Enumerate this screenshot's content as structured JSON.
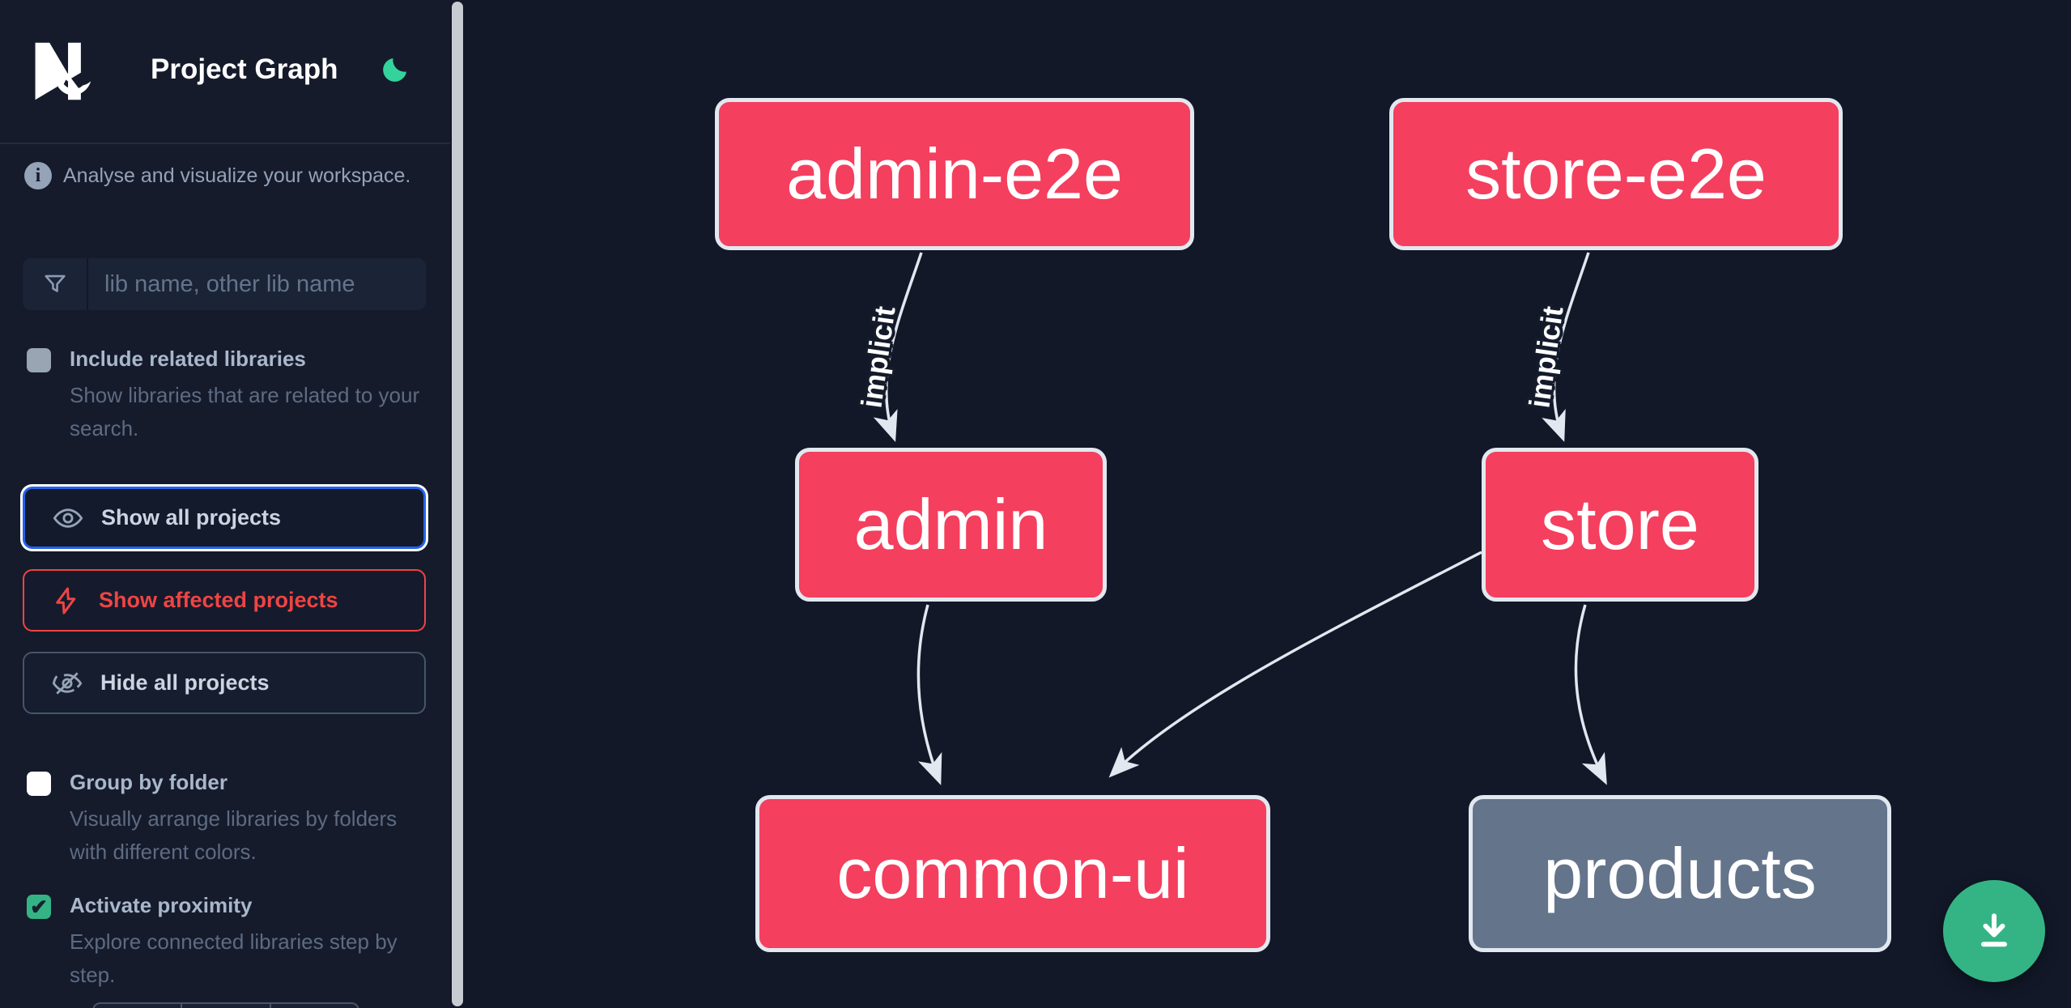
{
  "header": {
    "title": "Project Graph",
    "logo": "Nx",
    "theme_icon": "moon-icon"
  },
  "sidebar": {
    "info": "Analyse and visualize your workspace.",
    "search": {
      "placeholder": "lib name, other lib name",
      "value": "",
      "icon": "filter-icon"
    },
    "checkboxes": [
      {
        "id": "include-related",
        "label": "Include related libraries",
        "description": "Show libraries that are related to your search.",
        "checked": false
      },
      {
        "id": "group-by-folder",
        "label": "Group by folder",
        "description": "Visually arrange libraries by folders with different colors.",
        "checked": false
      },
      {
        "id": "activate-proximity",
        "label": "Activate proximity",
        "description": "Explore connected libraries step by step.",
        "checked": true,
        "check_glyph": "✔"
      }
    ],
    "buttons": [
      {
        "id": "show-all",
        "label": "Show all projects",
        "icon": "eye-icon",
        "state": "focused"
      },
      {
        "id": "show-affected",
        "label": "Show affected projects",
        "icon": "bolt-icon",
        "state": "danger"
      },
      {
        "id": "hide-all",
        "label": "Hide all projects",
        "icon": "eye-off-icon",
        "state": "default"
      }
    ]
  },
  "graph": {
    "nodes": [
      {
        "id": "admin-e2e",
        "label": "admin-e2e",
        "type": "affected"
      },
      {
        "id": "store-e2e",
        "label": "store-e2e",
        "type": "affected"
      },
      {
        "id": "admin",
        "label": "admin",
        "type": "affected"
      },
      {
        "id": "store",
        "label": "store",
        "type": "affected"
      },
      {
        "id": "common-ui",
        "label": "common-ui",
        "type": "affected"
      },
      {
        "id": "products",
        "label": "products",
        "type": "normal"
      }
    ],
    "edges": [
      {
        "from": "admin-e2e",
        "to": "admin",
        "label": "implicit"
      },
      {
        "from": "store-e2e",
        "to": "store",
        "label": "implicit"
      },
      {
        "from": "admin",
        "to": "common-ui",
        "label": ""
      },
      {
        "from": "store",
        "to": "common-ui",
        "label": ""
      },
      {
        "from": "store",
        "to": "products",
        "label": ""
      }
    ]
  },
  "fab": {
    "icon": "download-icon"
  },
  "colors": {
    "affected_node": "#f43f5e",
    "normal_node": "#64748b",
    "node_border": "#e2e8f0",
    "edge": "#e2e8f0",
    "focus_blue": "#2563eb",
    "danger_red": "#ef4444",
    "success_green": "#34b484",
    "moon_green": "#34d39b",
    "sidebar_bg": "#151b2b",
    "canvas_bg": "#121828"
  }
}
